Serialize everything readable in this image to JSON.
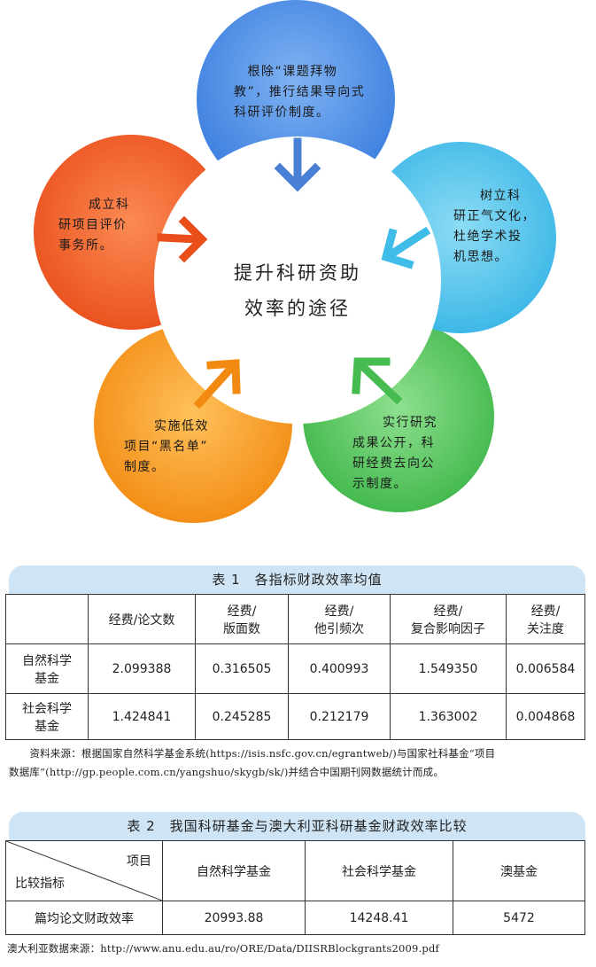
{
  "flower": {
    "center": [
      "提升科研资助",
      "效率的途径"
    ],
    "petals": [
      {
        "id": "top",
        "lines": [
          "　根除“课题拜物",
          "教”，推行结果导向式",
          "科研评价制度。"
        ]
      },
      {
        "id": "right",
        "lines": [
          "树立科",
          "研正气文化，",
          "杜绝学术投",
          "机思想。"
        ]
      },
      {
        "id": "bottom-right",
        "lines": [
          "实行研究",
          "成果公开，科",
          "研经费去向公",
          "示制度。"
        ]
      },
      {
        "id": "bottom-left",
        "lines": [
          "实施低效",
          "项目“黑名单”",
          "制度。"
        ]
      },
      {
        "id": "left",
        "lines": [
          "成立科",
          "研项目评价",
          "事务所。"
        ]
      }
    ],
    "colors": {
      "top": "#4f8ee6",
      "right": "#4ec3ea",
      "bottom_right": "#55c35c",
      "bottom_left": "#f5941c",
      "left": "#ee5a26"
    }
  },
  "table1": {
    "title": "表 1　各指标财政效率均值",
    "headers": [
      [
        "经费/论文数"
      ],
      [
        "经费/",
        "版面数"
      ],
      [
        "经费/",
        "他引频次"
      ],
      [
        "经费/",
        "复合影响因子"
      ],
      [
        "经费/",
        "关注度"
      ]
    ],
    "rows": [
      {
        "label": [
          "自然科学",
          "基金"
        ],
        "values": [
          "2.099388",
          "0.316505",
          "0.400993",
          "1.549350",
          "0.006584"
        ]
      },
      {
        "label": [
          "社会科学",
          "基金"
        ],
        "values": [
          "1.424841",
          "0.245285",
          "0.212179",
          "1.363002",
          "0.004868"
        ]
      }
    ],
    "note": [
      "　　资料来源：根据国家自然科学基金系统(https://isis.nsfc.gov.cn/egrantweb/)与国家社科基金“项目",
      "数据库”(http://gp.people.com.cn/yangshuo/skygb/sk/)并结合中国期刊网数据统计而成。"
    ]
  },
  "table2": {
    "title": "表 2　我国科研基金与澳大利亚科研基金财政效率比较",
    "corner_top": "项目",
    "corner_bottom": "比较指标",
    "headers": [
      "自然科学基金",
      "社会科学基金",
      "澳基金"
    ],
    "row": {
      "label": "篇均论文财政效率",
      "values": [
        "20993.88",
        "14248.41",
        "5472"
      ]
    },
    "note": "澳大利亚数据来源：http://www.anu.edu.au/ro/ORE/Data/DIISRBlockgrants2009.pdf"
  }
}
